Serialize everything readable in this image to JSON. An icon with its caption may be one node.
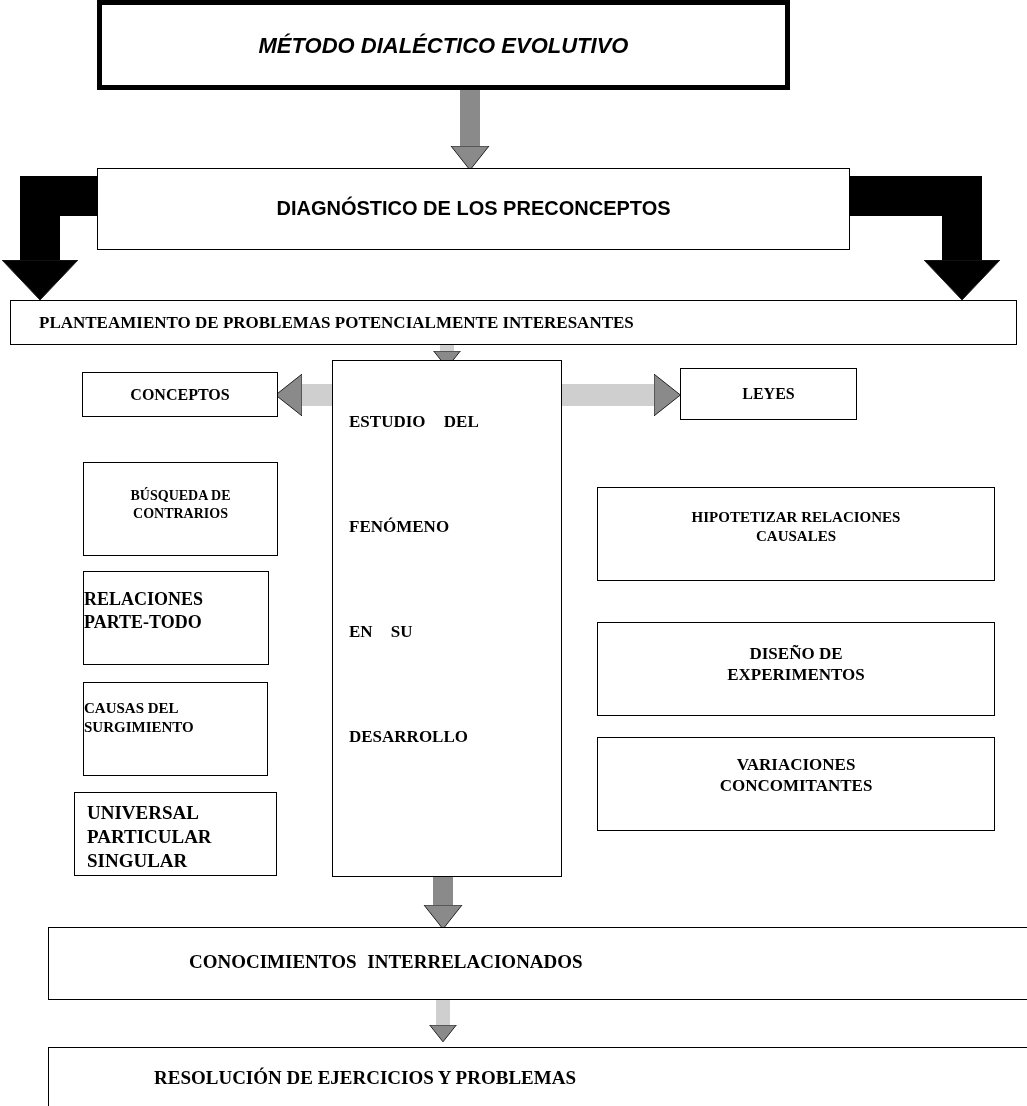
{
  "diagram": {
    "nodes": [
      {
        "text": [
          "MÉTODO DIALÉCTICO EVOLUTIVO"
        ]
      },
      {
        "text": [
          "DIAGNÓSTICO DE LOS PRECONCEPTOS"
        ]
      },
      {
        "text": [
          "PLANTEAMIENTO DE PROBLEMAS POTENCIALMENTE INTERESANTES"
        ]
      },
      {
        "text": [
          "CONCEPTOS"
        ]
      },
      {
        "text": [
          "ESTUDIO DEL FENÓMENO EN SU DESARROLLO"
        ]
      },
      {
        "text": [
          "LEYES"
        ]
      },
      {
        "text": [
          "BÚSQUEDA DE CONTRARIOS"
        ]
      },
      {
        "text": [
          "RELACIONES PARTE-TODO"
        ]
      },
      {
        "text": [
          "CAUSAS DEL SURGIMIENTO"
        ]
      },
      {
        "text": [
          "UNIVERSAL PARTICULAR SINGULAR"
        ]
      },
      {
        "text": [
          "HIPOTETIZAR RELACIONES CAUSALES"
        ]
      },
      {
        "text": [
          "DISEÑO DE EXPERIMENTOS"
        ]
      },
      {
        "text": [
          "VARIACIONES CONCOMITANTES"
        ]
      },
      {
        "text": [
          "CONOCIMIENTOS INTERRELACIONADOS"
        ]
      },
      {
        "text": [
          "RESOLUCIÓN DE EJERCICIOS Y PROBLEMAS"
        ]
      }
    ],
    "edges": [
      {
        "from": 0,
        "to": 1,
        "arrow": "to"
      },
      {
        "from": 1,
        "to": 2,
        "arrow": "to",
        "style": "thick",
        "color": "#000000"
      },
      {
        "from": 1,
        "to": 2,
        "arrow": "to",
        "style": "thick",
        "color": "#000000"
      },
      {
        "from": 2,
        "to": 4,
        "arrow": "to"
      },
      {
        "from": 4,
        "to": 3,
        "arrow": "to"
      },
      {
        "from": 4,
        "to": 5,
        "arrow": "to"
      },
      {
        "from": 4,
        "to": 13,
        "arrow": "to"
      },
      {
        "from": 13,
        "to": 14,
        "arrow": "to"
      }
    ]
  }
}
